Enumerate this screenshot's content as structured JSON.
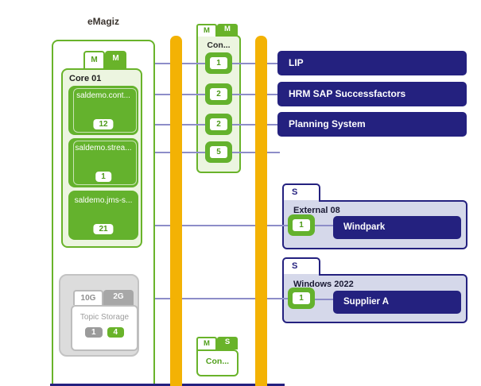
{
  "title": "eMagiz",
  "colors": {
    "green": "#69b32a",
    "green_card": "#64b22d",
    "green_light_bg": "#ecf5e0",
    "navy": "#24217f",
    "lavender": "#d5d8ea",
    "route_yellow": "#f3b204",
    "line_purple": "#8d8dc8",
    "gray": "#a7a7a7"
  },
  "emagiz": {
    "tabs": [
      "M",
      "M"
    ],
    "core": {
      "label": "Core 01",
      "cards": [
        {
          "name": "saldemo.cont...",
          "count": "12"
        },
        {
          "name": "saldemo.strea...",
          "count": "1"
        },
        {
          "name": "saldemo.jms-s...",
          "count": "21"
        }
      ]
    },
    "topic_storage": {
      "tabs": [
        "10G",
        "2G"
      ],
      "label": "Topic Storage",
      "counts": [
        "1",
        "4"
      ]
    }
  },
  "connector_top": {
    "tabs": [
      "M",
      "M"
    ],
    "label": "Con...",
    "counts": [
      "1",
      "2",
      "2",
      "5"
    ]
  },
  "connector_bottom": {
    "tabs": [
      "M",
      "S"
    ],
    "label": "Con..."
  },
  "systems": [
    {
      "name": "LIP"
    },
    {
      "name": "HRM SAP Successfactors"
    },
    {
      "name": "Planning System"
    }
  ],
  "machines": [
    {
      "tab": "S",
      "name": "External 08",
      "count": "1",
      "system": "Windpark"
    },
    {
      "tab": "S",
      "name": "Windows 2022",
      "count": "1",
      "system": "Supplier A"
    }
  ]
}
